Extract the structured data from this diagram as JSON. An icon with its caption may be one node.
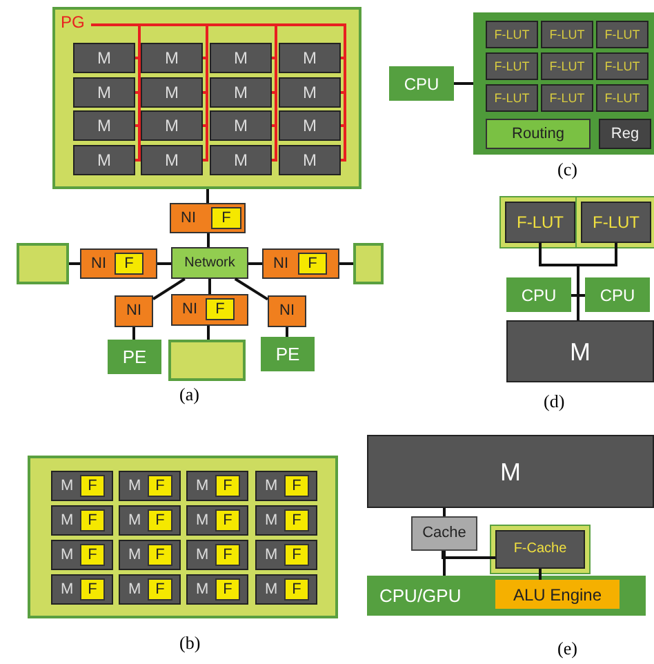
{
  "diagram": {
    "nodes": [
      {
        "text": [
          "PG"
        ]
      },
      {
        "text": [
          "M"
        ],
        "in": 0
      },
      {
        "text": [
          "M"
        ],
        "in": 0
      },
      {
        "text": [
          "M"
        ],
        "in": 0
      },
      {
        "text": [
          "M"
        ],
        "in": 0
      },
      {
        "text": [
          "M"
        ],
        "in": 0
      },
      {
        "text": [
          "M"
        ],
        "in": 0
      },
      {
        "text": [
          "M"
        ],
        "in": 0
      },
      {
        "text": [
          "M"
        ],
        "in": 0
      },
      {
        "text": [
          "M"
        ],
        "in": 0
      },
      {
        "text": [
          "M"
        ],
        "in": 0
      },
      {
        "text": [
          "M"
        ],
        "in": 0
      },
      {
        "text": [
          "M"
        ],
        "in": 0
      },
      {
        "text": [
          "M"
        ],
        "in": 0
      },
      {
        "text": [
          "M"
        ],
        "in": 0
      },
      {
        "text": [
          "M"
        ],
        "in": 0
      },
      {
        "text": [
          "M"
        ],
        "in": 0
      },
      {
        "text": [
          "NI"
        ]
      },
      {
        "text": [
          "F"
        ],
        "in": 17
      },
      {
        "text": [],
        "shape": "box"
      },
      {
        "text": [
          "NI"
        ]
      },
      {
        "text": [
          "F"
        ],
        "in": 20
      },
      {
        "text": [
          "Network"
        ]
      },
      {
        "text": [
          "NI"
        ]
      },
      {
        "text": [
          "F"
        ],
        "in": 23
      },
      {
        "text": [],
        "shape": "box"
      },
      {
        "text": [
          "NI"
        ]
      },
      {
        "text": [
          "NI"
        ]
      },
      {
        "text": [
          "F"
        ],
        "in": 27
      },
      {
        "text": [
          "NI"
        ]
      },
      {
        "text": [
          "PE"
        ]
      },
      {
        "text": [],
        "shape": "box"
      },
      {
        "text": [
          "PE"
        ]
      },
      {
        "text": [
          "CPU"
        ]
      },
      {
        "text": [],
        "shape": "box"
      },
      {
        "text": [
          "F-LUT"
        ],
        "in": 34
      },
      {
        "text": [
          "F-LUT"
        ],
        "in": 34
      },
      {
        "text": [
          "F-LUT"
        ],
        "in": 34
      },
      {
        "text": [
          "F-LUT"
        ],
        "in": 34
      },
      {
        "text": [
          "F-LUT"
        ],
        "in": 34
      },
      {
        "text": [
          "F-LUT"
        ],
        "in": 34
      },
      {
        "text": [
          "F-LUT"
        ],
        "in": 34
      },
      {
        "text": [
          "F-LUT"
        ],
        "in": 34
      },
      {
        "text": [
          "F-LUT"
        ],
        "in": 34
      },
      {
        "text": [
          "Routing"
        ],
        "in": 34
      },
      {
        "text": [
          "Reg"
        ],
        "in": 34
      },
      {
        "text": [
          "F-LUT"
        ]
      },
      {
        "text": [
          "F-LUT"
        ]
      },
      {
        "text": [
          "CPU"
        ]
      },
      {
        "text": [
          "CPU"
        ]
      },
      {
        "text": [
          "M"
        ]
      },
      {
        "text": [],
        "shape": "box"
      },
      {
        "text": [
          "M"
        ],
        "in": 51
      },
      {
        "text": [
          "F"
        ],
        "in": 52
      },
      {
        "text": [
          "M"
        ],
        "in": 51
      },
      {
        "text": [
          "F"
        ],
        "in": 54
      },
      {
        "text": [
          "M"
        ],
        "in": 51
      },
      {
        "text": [
          "F"
        ],
        "in": 56
      },
      {
        "text": [
          "M"
        ],
        "in": 51
      },
      {
        "text": [
          "F"
        ],
        "in": 58
      },
      {
        "text": [
          "M"
        ],
        "in": 51
      },
      {
        "text": [
          "F"
        ],
        "in": 60
      },
      {
        "text": [
          "M"
        ],
        "in": 51
      },
      {
        "text": [
          "F"
        ],
        "in": 62
      },
      {
        "text": [
          "M"
        ],
        "in": 51
      },
      {
        "text": [
          "F"
        ],
        "in": 64
      },
      {
        "text": [
          "M"
        ],
        "in": 51
      },
      {
        "text": [
          "F"
        ],
        "in": 66
      },
      {
        "text": [
          "M"
        ],
        "in": 51
      },
      {
        "text": [
          "F"
        ],
        "in": 68
      },
      {
        "text": [
          "M"
        ],
        "in": 51
      },
      {
        "text": [
          "F"
        ],
        "in": 70
      },
      {
        "text": [
          "M"
        ],
        "in": 51
      },
      {
        "text": [
          "F"
        ],
        "in": 72
      },
      {
        "text": [
          "M"
        ],
        "in": 51
      },
      {
        "text": [
          "F"
        ],
        "in": 74
      },
      {
        "text": [
          "M"
        ],
        "in": 51
      },
      {
        "text": [
          "F"
        ],
        "in": 76
      },
      {
        "text": [
          "M"
        ],
        "in": 51
      },
      {
        "text": [
          "F"
        ],
        "in": 78
      },
      {
        "text": [
          "M"
        ],
        "in": 51
      },
      {
        "text": [
          "F"
        ],
        "in": 80
      },
      {
        "text": [
          "M"
        ],
        "in": 51
      },
      {
        "text": [
          "F"
        ],
        "in": 82
      },
      {
        "text": [
          "M"
        ]
      },
      {
        "text": [
          "Cache"
        ]
      },
      {
        "text": [
          "F-Cache"
        ]
      },
      {
        "text": [
          "CPU/GPU"
        ]
      },
      {
        "text": [
          "ALU Engine"
        ],
        "in": 87
      }
    ],
    "edges": [
      {
        "from": 0,
        "to": 1,
        "arrow": "none",
        "color": "#e82020"
      },
      {
        "from": 0,
        "to": 2,
        "arrow": "none",
        "color": "#e82020"
      },
      {
        "from": 0,
        "to": 3,
        "arrow": "none",
        "color": "#e82020"
      },
      {
        "from": 0,
        "to": 4,
        "arrow": "none",
        "color": "#e82020"
      },
      {
        "from": 0,
        "to": 5,
        "arrow": "none",
        "color": "#e82020"
      },
      {
        "from": 0,
        "to": 6,
        "arrow": "none",
        "color": "#e82020"
      },
      {
        "from": 0,
        "to": 7,
        "arrow": "none",
        "color": "#e82020"
      },
      {
        "from": 0,
        "to": 8,
        "arrow": "none",
        "color": "#e82020"
      },
      {
        "from": 0,
        "to": 9,
        "arrow": "none",
        "color": "#e82020"
      },
      {
        "from": 0,
        "to": 10,
        "arrow": "none",
        "color": "#e82020"
      },
      {
        "from": 0,
        "to": 11,
        "arrow": "none",
        "color": "#e82020"
      },
      {
        "from": 0,
        "to": 12,
        "arrow": "none",
        "color": "#e82020"
      },
      {
        "from": 0,
        "to": 13,
        "arrow": "none",
        "color": "#e82020"
      },
      {
        "from": 0,
        "to": 14,
        "arrow": "none",
        "color": "#e82020"
      },
      {
        "from": 0,
        "to": 15,
        "arrow": "none",
        "color": "#e82020"
      },
      {
        "from": 0,
        "to": 16,
        "arrow": "none",
        "color": "#e82020"
      },
      {
        "from": 0,
        "to": 17,
        "arrow": "none"
      },
      {
        "from": 17,
        "to": 22,
        "arrow": "none"
      },
      {
        "from": 19,
        "to": 20,
        "arrow": "none"
      },
      {
        "from": 20,
        "to": 22,
        "arrow": "none"
      },
      {
        "from": 22,
        "to": 23,
        "arrow": "none"
      },
      {
        "from": 23,
        "to": 25,
        "arrow": "none"
      },
      {
        "from": 22,
        "to": 26,
        "arrow": "none"
      },
      {
        "from": 22,
        "to": 27,
        "arrow": "none"
      },
      {
        "from": 22,
        "to": 29,
        "arrow": "none"
      },
      {
        "from": 26,
        "to": 30,
        "arrow": "none"
      },
      {
        "from": 27,
        "to": 31,
        "arrow": "none"
      },
      {
        "from": 29,
        "to": 32,
        "arrow": "none"
      },
      {
        "from": 33,
        "to": 34,
        "arrow": "none"
      },
      {
        "from": 46,
        "to": 50,
        "arrow": "none"
      },
      {
        "from": 47,
        "to": 50,
        "arrow": "none"
      },
      {
        "from": 48,
        "to": 50,
        "arrow": "none"
      },
      {
        "from": 49,
        "to": 50,
        "arrow": "none"
      },
      {
        "from": 84,
        "to": 85,
        "arrow": "none"
      },
      {
        "from": 85,
        "to": 87,
        "arrow": "none"
      },
      {
        "from": 85,
        "to": 86,
        "arrow": "none"
      },
      {
        "from": 86,
        "to": 88,
        "arrow": "none"
      }
    ],
    "labels": [
      "(a)",
      "(c)",
      "(d)",
      "(b)",
      "(e)"
    ]
  }
}
